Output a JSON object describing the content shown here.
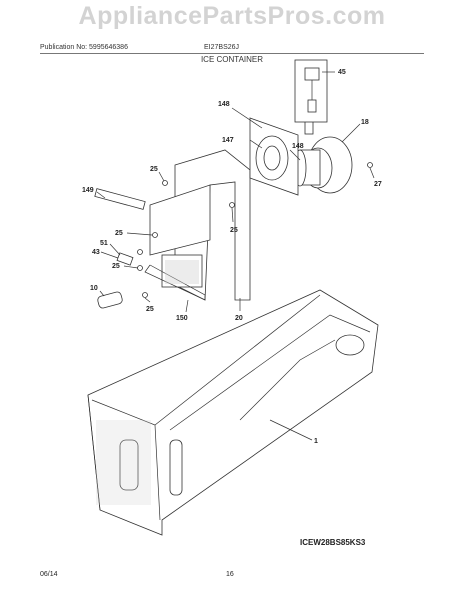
{
  "watermark": "AppliancePartsPros.com",
  "header": {
    "publication": "Publication No: 5995646386",
    "model": "EI27BS26J",
    "section_title": "ICE CONTAINER"
  },
  "callouts": {
    "c45": "45",
    "c148a": "148",
    "c18": "18",
    "c147": "147",
    "c148b": "148",
    "c25a": "25",
    "c27": "27",
    "c149": "149",
    "c25b": "25",
    "c25c": "25",
    "c51": "51",
    "c43": "43",
    "c25d": "25",
    "c10": "10",
    "c25e": "25",
    "c150": "150",
    "c20": "20",
    "c1": "1"
  },
  "diagram_code": "ICEW28BS85KS3",
  "footer": {
    "date": "06/14",
    "page": "16"
  }
}
